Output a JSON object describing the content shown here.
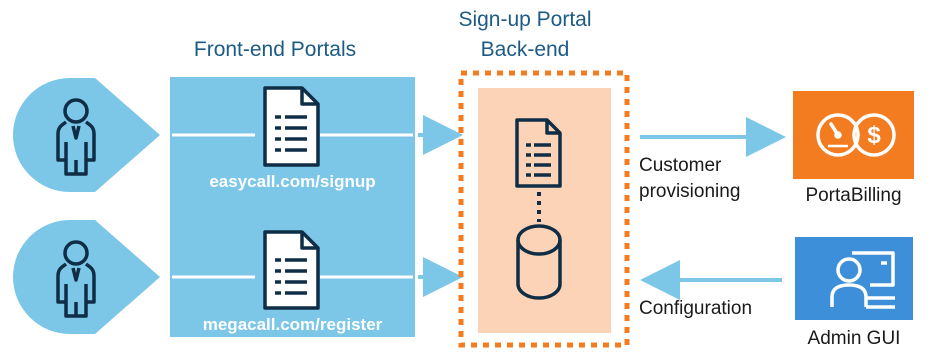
{
  "diagram": {
    "frontend_title": "Front-end Portals",
    "backend_title_line1": "Sign-up Portal",
    "backend_title_line2": "Back-end",
    "portals": [
      {
        "url": "easycall.com/signup"
      },
      {
        "url": "megacall.com/register"
      }
    ],
    "edges": {
      "to_billing_line1": "Customer",
      "to_billing_line2": "provisioning",
      "from_admin": "Configuration"
    },
    "targets": {
      "billing": "PortaBilling",
      "admin": "Admin GUI"
    },
    "colors": {
      "panel_blue": "#7cc6e8",
      "backend_fill": "#fcd3b6",
      "backend_border": "#f47c20",
      "billing_orange": "#f47c20",
      "admin_blue": "#3c8fd8",
      "title_text": "#1d5b84",
      "icon_dark": "#0f2d45"
    },
    "icons": [
      "user-icon",
      "document-icon",
      "database-icon",
      "billing-logo-icon",
      "admin-gui-icon"
    ]
  }
}
